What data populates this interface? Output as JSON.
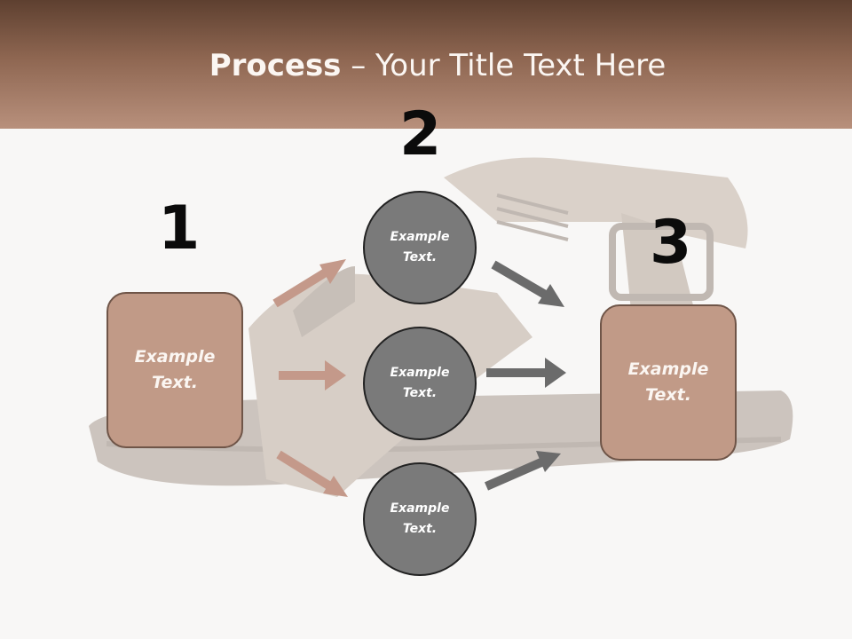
{
  "title": {
    "bold": "Process",
    "rest": " – Your Title Text Here"
  },
  "numbers": [
    "1",
    "2",
    "3"
  ],
  "left_box": {
    "text_line1": "Example",
    "text_line2": "Text."
  },
  "right_box": {
    "text_line1": "Example",
    "text_line2": "Text."
  },
  "circles": [
    {
      "line1": "Example",
      "line2": "Text."
    },
    {
      "line1": "Example",
      "line2": "Text."
    },
    {
      "line1": "Example",
      "line2": "Text."
    }
  ],
  "colors": {
    "header_dark": "#5e4030",
    "header_light": "#b8907c",
    "box": "#c19a87",
    "circle": "#7a7a7a",
    "arrow_left": "#c4998a",
    "arrow_right": "#6b6b6b"
  }
}
